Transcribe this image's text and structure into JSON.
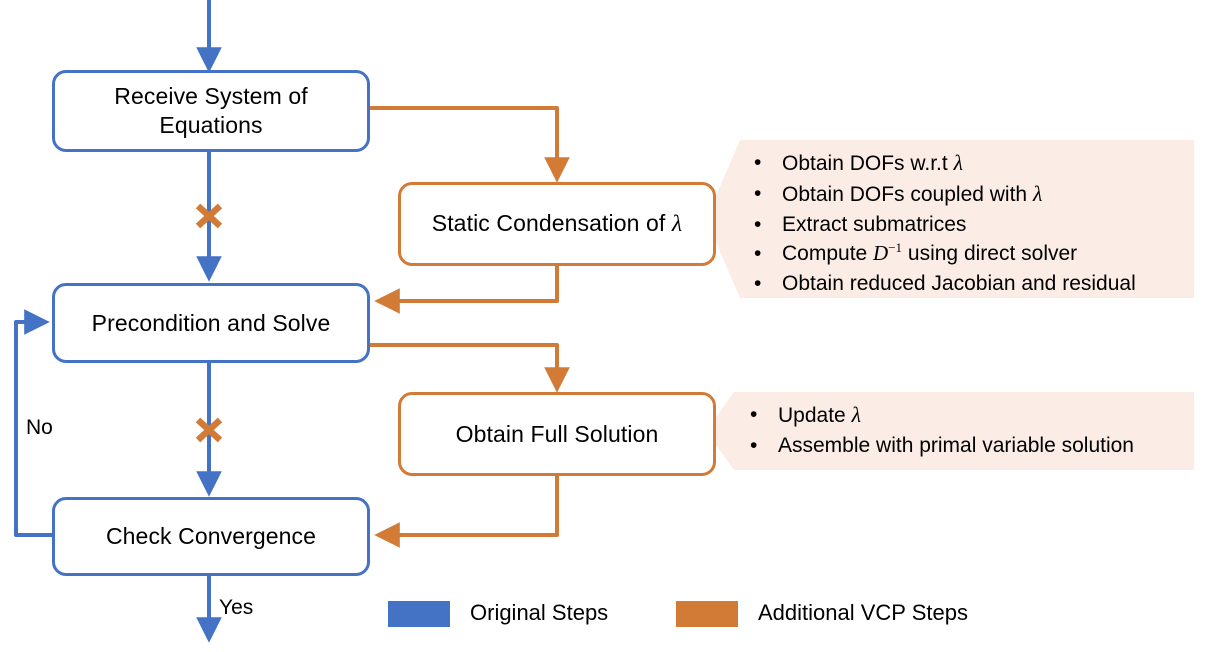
{
  "diagram": {
    "title": "VCP Solver Flowchart",
    "colors": {
      "blue": "#4472C4",
      "orange": "#D27B36",
      "callout_bg": "#FBEDE6",
      "background": "#FFFFFF"
    }
  },
  "nodes": {
    "receive": {
      "label": "Receive System of\nEquations",
      "type": "original"
    },
    "static_condensation": {
      "label": "Static Condensation of ",
      "lambda": "λ",
      "type": "vcp"
    },
    "precondition": {
      "label": "Precondition and Solve",
      "type": "original"
    },
    "obtain_full": {
      "label": "Obtain Full Solution",
      "type": "vcp"
    },
    "check_convergence": {
      "label": "Check Convergence",
      "type": "original"
    }
  },
  "callouts": {
    "static_condensation": {
      "items": [
        {
          "pre": "Obtain DOFs w.r.t ",
          "math": "λ",
          "post": ""
        },
        {
          "pre": "Obtain DOFs coupled with ",
          "math": "λ",
          "post": ""
        },
        {
          "pre": "Extract submatrices",
          "math": "",
          "post": ""
        },
        {
          "pre": "Compute ",
          "math": "D⁻¹",
          "post": " using direct solver"
        },
        {
          "pre": "Obtain reduced Jacobian and residual",
          "math": "",
          "post": ""
        }
      ],
      "bullet": "•"
    },
    "obtain_full": {
      "items": [
        {
          "pre": "Update ",
          "math": "λ",
          "post": ""
        },
        {
          "pre": "Assemble with primal variable solution",
          "math": "",
          "post": ""
        }
      ],
      "bullet": "•"
    }
  },
  "edge_labels": {
    "no": "No",
    "yes": "Yes"
  },
  "legend": {
    "items": [
      {
        "label": "Original Steps",
        "color": "#4472C4"
      },
      {
        "label": "Additional VCP Steps",
        "color": "#D27B36"
      }
    ]
  }
}
